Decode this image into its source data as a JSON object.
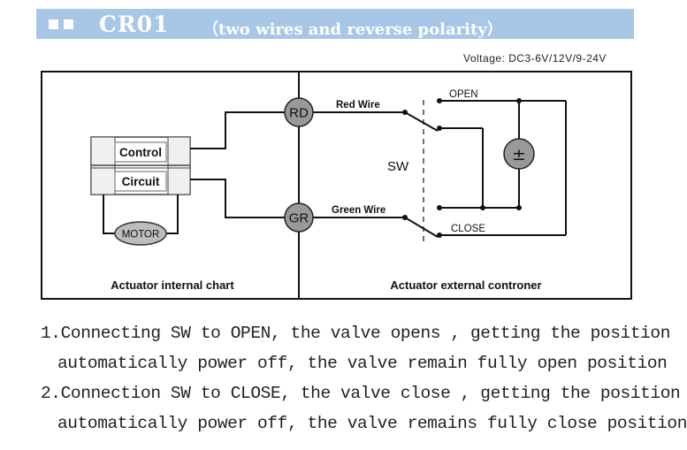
{
  "header": {
    "model_code": "CR01",
    "subtitle": "（two wires and reverse polarity）"
  },
  "voltage_label": "Voltage: DC3-6V/12V/9-24V",
  "diagram": {
    "control_label": "Control",
    "circuit_label": "Circuit",
    "motor_label": "MOTOR",
    "rd_label": "RD",
    "gr_label": "GR",
    "red_wire_label": "Red Wire",
    "green_wire_label": "Green Wire",
    "sw_label": "SW",
    "open_label": "OPEN",
    "close_label": "CLOSE",
    "power_symbol": "±",
    "internal_caption": "Actuator internal chart",
    "external_caption": "Actuator external controner"
  },
  "notes": {
    "line1": "1.Connecting SW to OPEN, the valve opens , getting the position",
    "line2": "automatically power off, the valve remain fully open position",
    "line3": "2.Connection SW to CLOSE, the valve close , getting the position",
    "line4": "automatically power off, the valve remains fully close position"
  }
}
